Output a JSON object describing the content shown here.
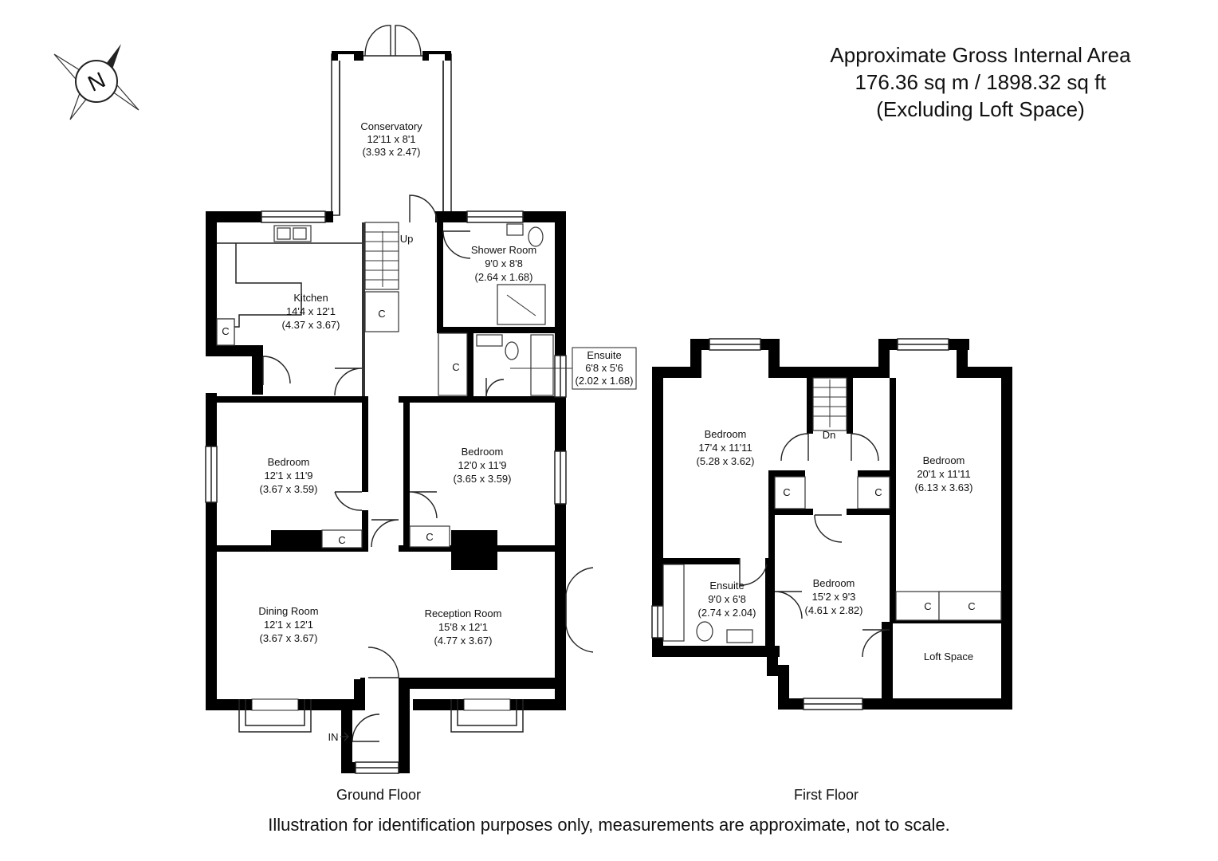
{
  "header": {
    "line1": "Approximate Gross Internal Area",
    "line2": "176.36 sq m / 1898.32 sq ft",
    "line3": "(Excluding Loft Space)"
  },
  "compass": {
    "letter": "N"
  },
  "ground_floor": {
    "name": "Ground Floor",
    "entrance_label": "IN",
    "stairs_label": "Up",
    "rooms": {
      "conservatory": {
        "name": "Conservatory",
        "imperial": "12'11 x 8'1",
        "metric": "(3.93 x 2.47)"
      },
      "kitchen": {
        "name": "Kitchen",
        "imperial": "14'4 x 12'1",
        "metric": "(4.37 x 3.67)"
      },
      "shower": {
        "name": "Shower Room",
        "imperial": "9'0 x 8'8",
        "metric": "(2.64 x 1.68)"
      },
      "ensuite": {
        "name": "Ensuite",
        "imperial": "6'8 x 5'6",
        "metric": "(2.02 x 1.68)"
      },
      "bedroom_left": {
        "name": "Bedroom",
        "imperial": "12'1 x 11'9",
        "metric": "(3.67 x 3.59)"
      },
      "bedroom_right": {
        "name": "Bedroom",
        "imperial": "12'0 x 11'9",
        "metric": "(3.65 x 3.59)"
      },
      "dining": {
        "name": "Dining Room",
        "imperial": "12'1 x 12'1",
        "metric": "(3.67 x 3.67)"
      },
      "reception": {
        "name": "Reception Room",
        "imperial": "15'8 x 12'1",
        "metric": "(4.77 x 3.67)"
      }
    },
    "cupboard_label": "C"
  },
  "first_floor": {
    "name": "First Floor",
    "stairs_label": "Dn",
    "rooms": {
      "bedroom_left": {
        "name": "Bedroom",
        "imperial": "17'4 x 11'11",
        "metric": "(5.28 x 3.62)"
      },
      "bedroom_right": {
        "name": "Bedroom",
        "imperial": "20'1 x 11'11",
        "metric": "(6.13 x 3.63)"
      },
      "ensuite": {
        "name": "Ensuite",
        "imperial": "9'0 x 6'8",
        "metric": "(2.74 x 2.04)"
      },
      "bedroom_mid": {
        "name": "Bedroom",
        "imperial": "15'2 x 9'3",
        "metric": "(4.61 x 2.82)"
      },
      "loft": {
        "name": "Loft Space"
      }
    },
    "cupboard_label": "C"
  },
  "disclaimer": "Illustration for identification purposes only, measurements are approximate, not to scale."
}
